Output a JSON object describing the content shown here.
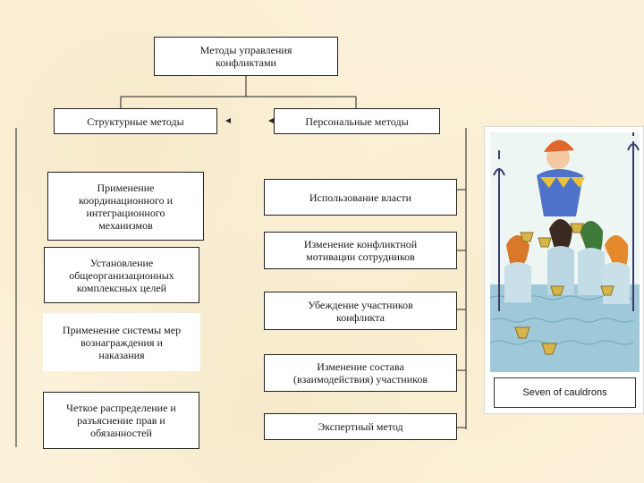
{
  "root": {
    "text": "Методы управления\nконфликтами"
  },
  "branches": {
    "left": "Структурные методы",
    "right": "Персональные методы"
  },
  "structural_methods": [
    {
      "text": "Применение\nкоординационного и\nинтеграционного\nмеханизмов"
    },
    {
      "text": "Установление\nобщеорганизационных\nкомплексных целей"
    },
    {
      "text": "Применение системы мер\nвознаграждения и\nнаказания"
    },
    {
      "text": "Четкое распределение и\nразъяснение прав и\nобязанностей"
    }
  ],
  "personal_methods": [
    {
      "text": "Использование власти"
    },
    {
      "text": "Изменение конфликтной\nмотивации сотрудников"
    },
    {
      "text": "Убеждение участников\nконфликта"
    },
    {
      "text": "Изменение состава\n(взаимодействия) участников"
    },
    {
      "text": "Экспертный метод"
    }
  ],
  "card": {
    "caption": "Seven of cauldrons"
  }
}
